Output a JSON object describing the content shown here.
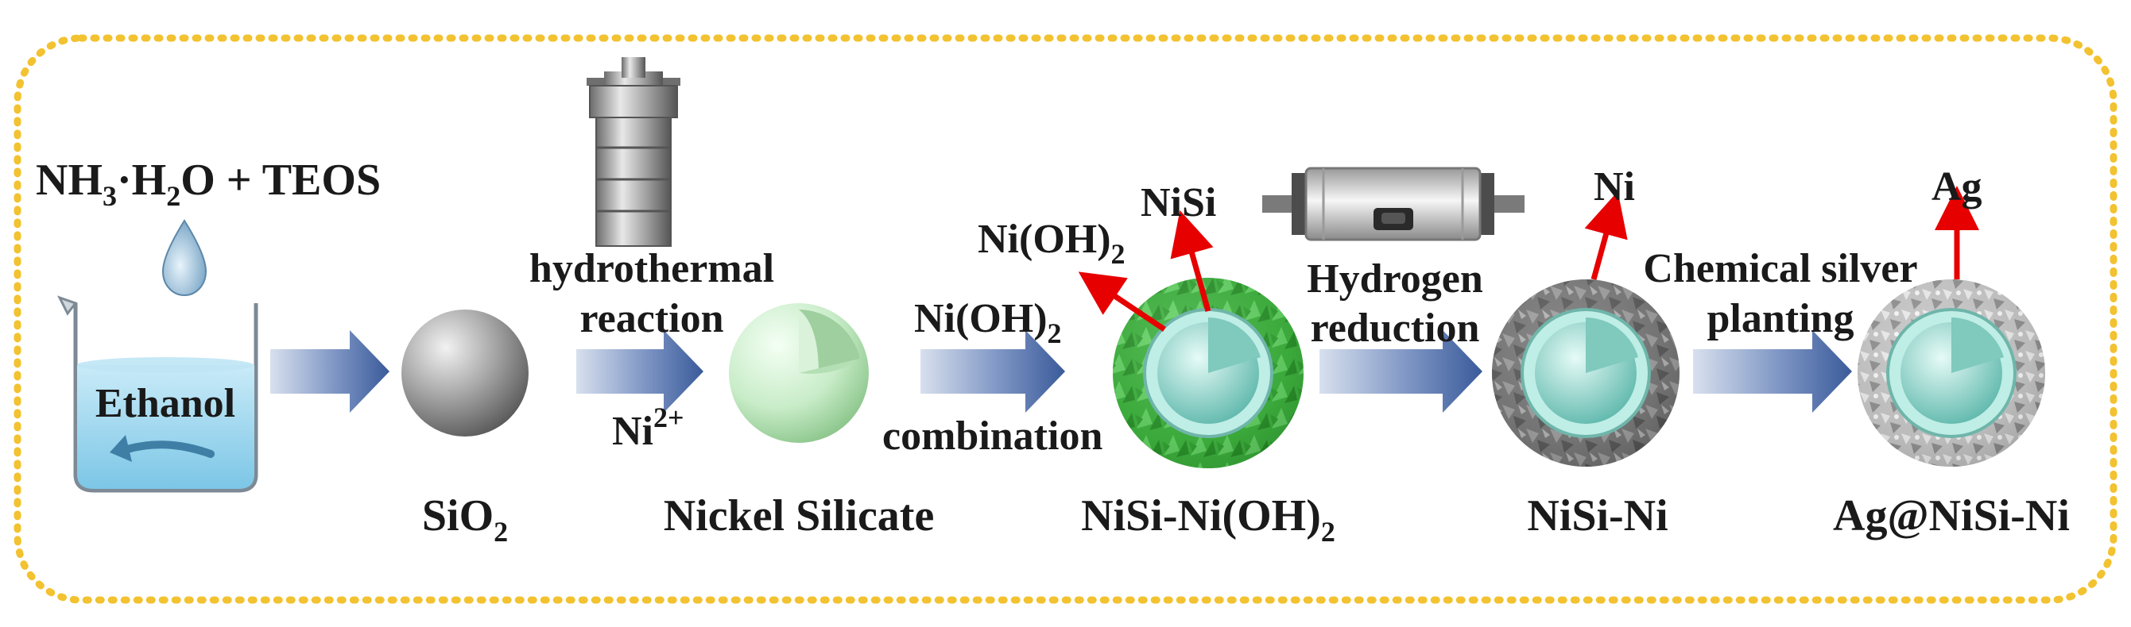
{
  "reagents": {
    "main": "NH",
    "sub1": "3",
    "mid": "·H",
    "sub2": "2",
    "tail": "O + TEOS"
  },
  "beaker_label": "Ethanol",
  "step1": {
    "label_line1": "hydrothermal",
    "label_line2": "reaction",
    "label_below_main": "Ni",
    "label_below_sup": "2+"
  },
  "step2": {
    "label_above_main": "Ni(OH)",
    "label_above_sub": "2",
    "label_below": "combination"
  },
  "step3": {
    "label_line1": "Hydrogen",
    "label_line2": "reduction"
  },
  "step4": {
    "label_line1": "Chemical silver",
    "label_line2": "planting"
  },
  "callouts": {
    "nioh_main": "Ni(OH)",
    "nioh_sub": "2",
    "nisi": "NiSi",
    "ni": "Ni",
    "ag": "Ag"
  },
  "products": {
    "sio2_main": "SiO",
    "sio2_sub": "2",
    "nickel_silicate": "Nickel Silicate",
    "nisi_nioh_main": "NiSi-Ni(OH)",
    "nisi_nioh_sub": "2",
    "nisi_ni": "NiSi-Ni",
    "ag_nisi_ni": "Ag@NiSi-Ni"
  },
  "colors": {
    "frame": "#f2c230",
    "arrow": "#3a5a9a",
    "callout_arrow": "#e60000",
    "liquid": "#a9daf0",
    "sio2": "#8f8f8f",
    "nickel_silicate": "#c8ecc8",
    "core": "#9fd9d0",
    "nioh_shell": "#3caa3c",
    "ni_shell": "#6f6f6f",
    "ag_shell": "#bdbdbd"
  },
  "icons": [
    "beaker-icon",
    "droplet-icon",
    "autoclave-icon",
    "tube-furnace-icon",
    "stir-arrow-icon"
  ]
}
